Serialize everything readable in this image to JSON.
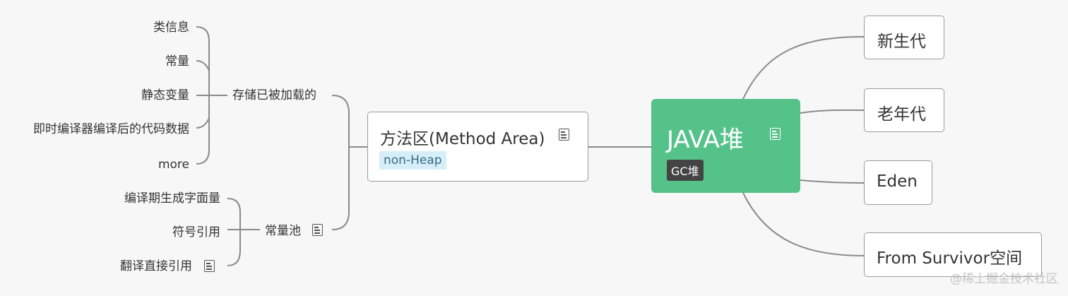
{
  "root": {
    "label": "JAVA堆",
    "tag": "GC堆"
  },
  "right_children": [
    "新生代",
    "老年代",
    "Eden",
    "From Survivor空间"
  ],
  "method_area": {
    "label": "方法区(Method Area)",
    "tag": "non-Heap",
    "stored": {
      "label": "存储已被加载的",
      "items": [
        "类信息",
        "常量",
        "静态变量",
        "即时编译器编译后的代码数据",
        "more"
      ]
    },
    "constant_pool": {
      "label": "常量池",
      "items": [
        "编译期生成字面量",
        "符号引用",
        "翻译直接引用"
      ]
    }
  },
  "watermark": "@稀土掘金技术社区"
}
